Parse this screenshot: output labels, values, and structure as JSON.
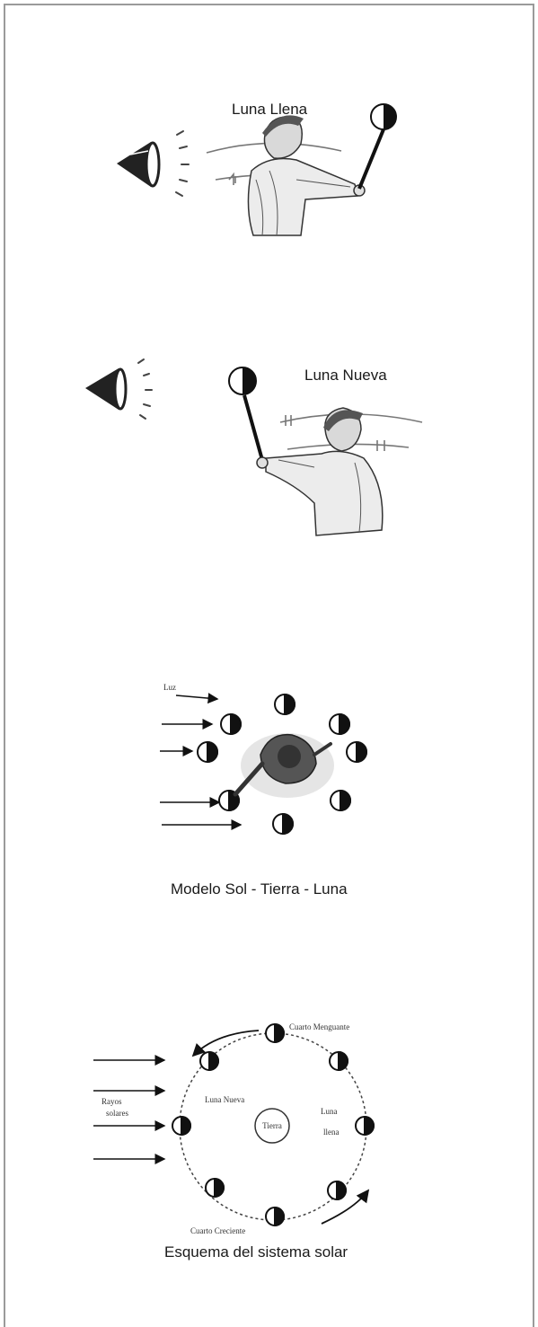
{
  "figures": {
    "full_moon": {
      "caption": "Luna Llena"
    },
    "new_moon": {
      "caption": "Luna Nueva"
    },
    "model": {
      "caption": "Modelo Sol - Tierra - Luna",
      "light_label": "Luz"
    },
    "scheme": {
      "caption": "Esquema del sistema solar",
      "labels": {
        "waning": "Cuarto Menguante",
        "waxing": "Cuarto Creciente",
        "new_moon": "Luna Nueva",
        "full_moon_line1": "Luna",
        "full_moon_line2": "llena",
        "earth": "Tierra",
        "rays_line1": "Rayos",
        "rays_line2": "solares"
      }
    }
  }
}
